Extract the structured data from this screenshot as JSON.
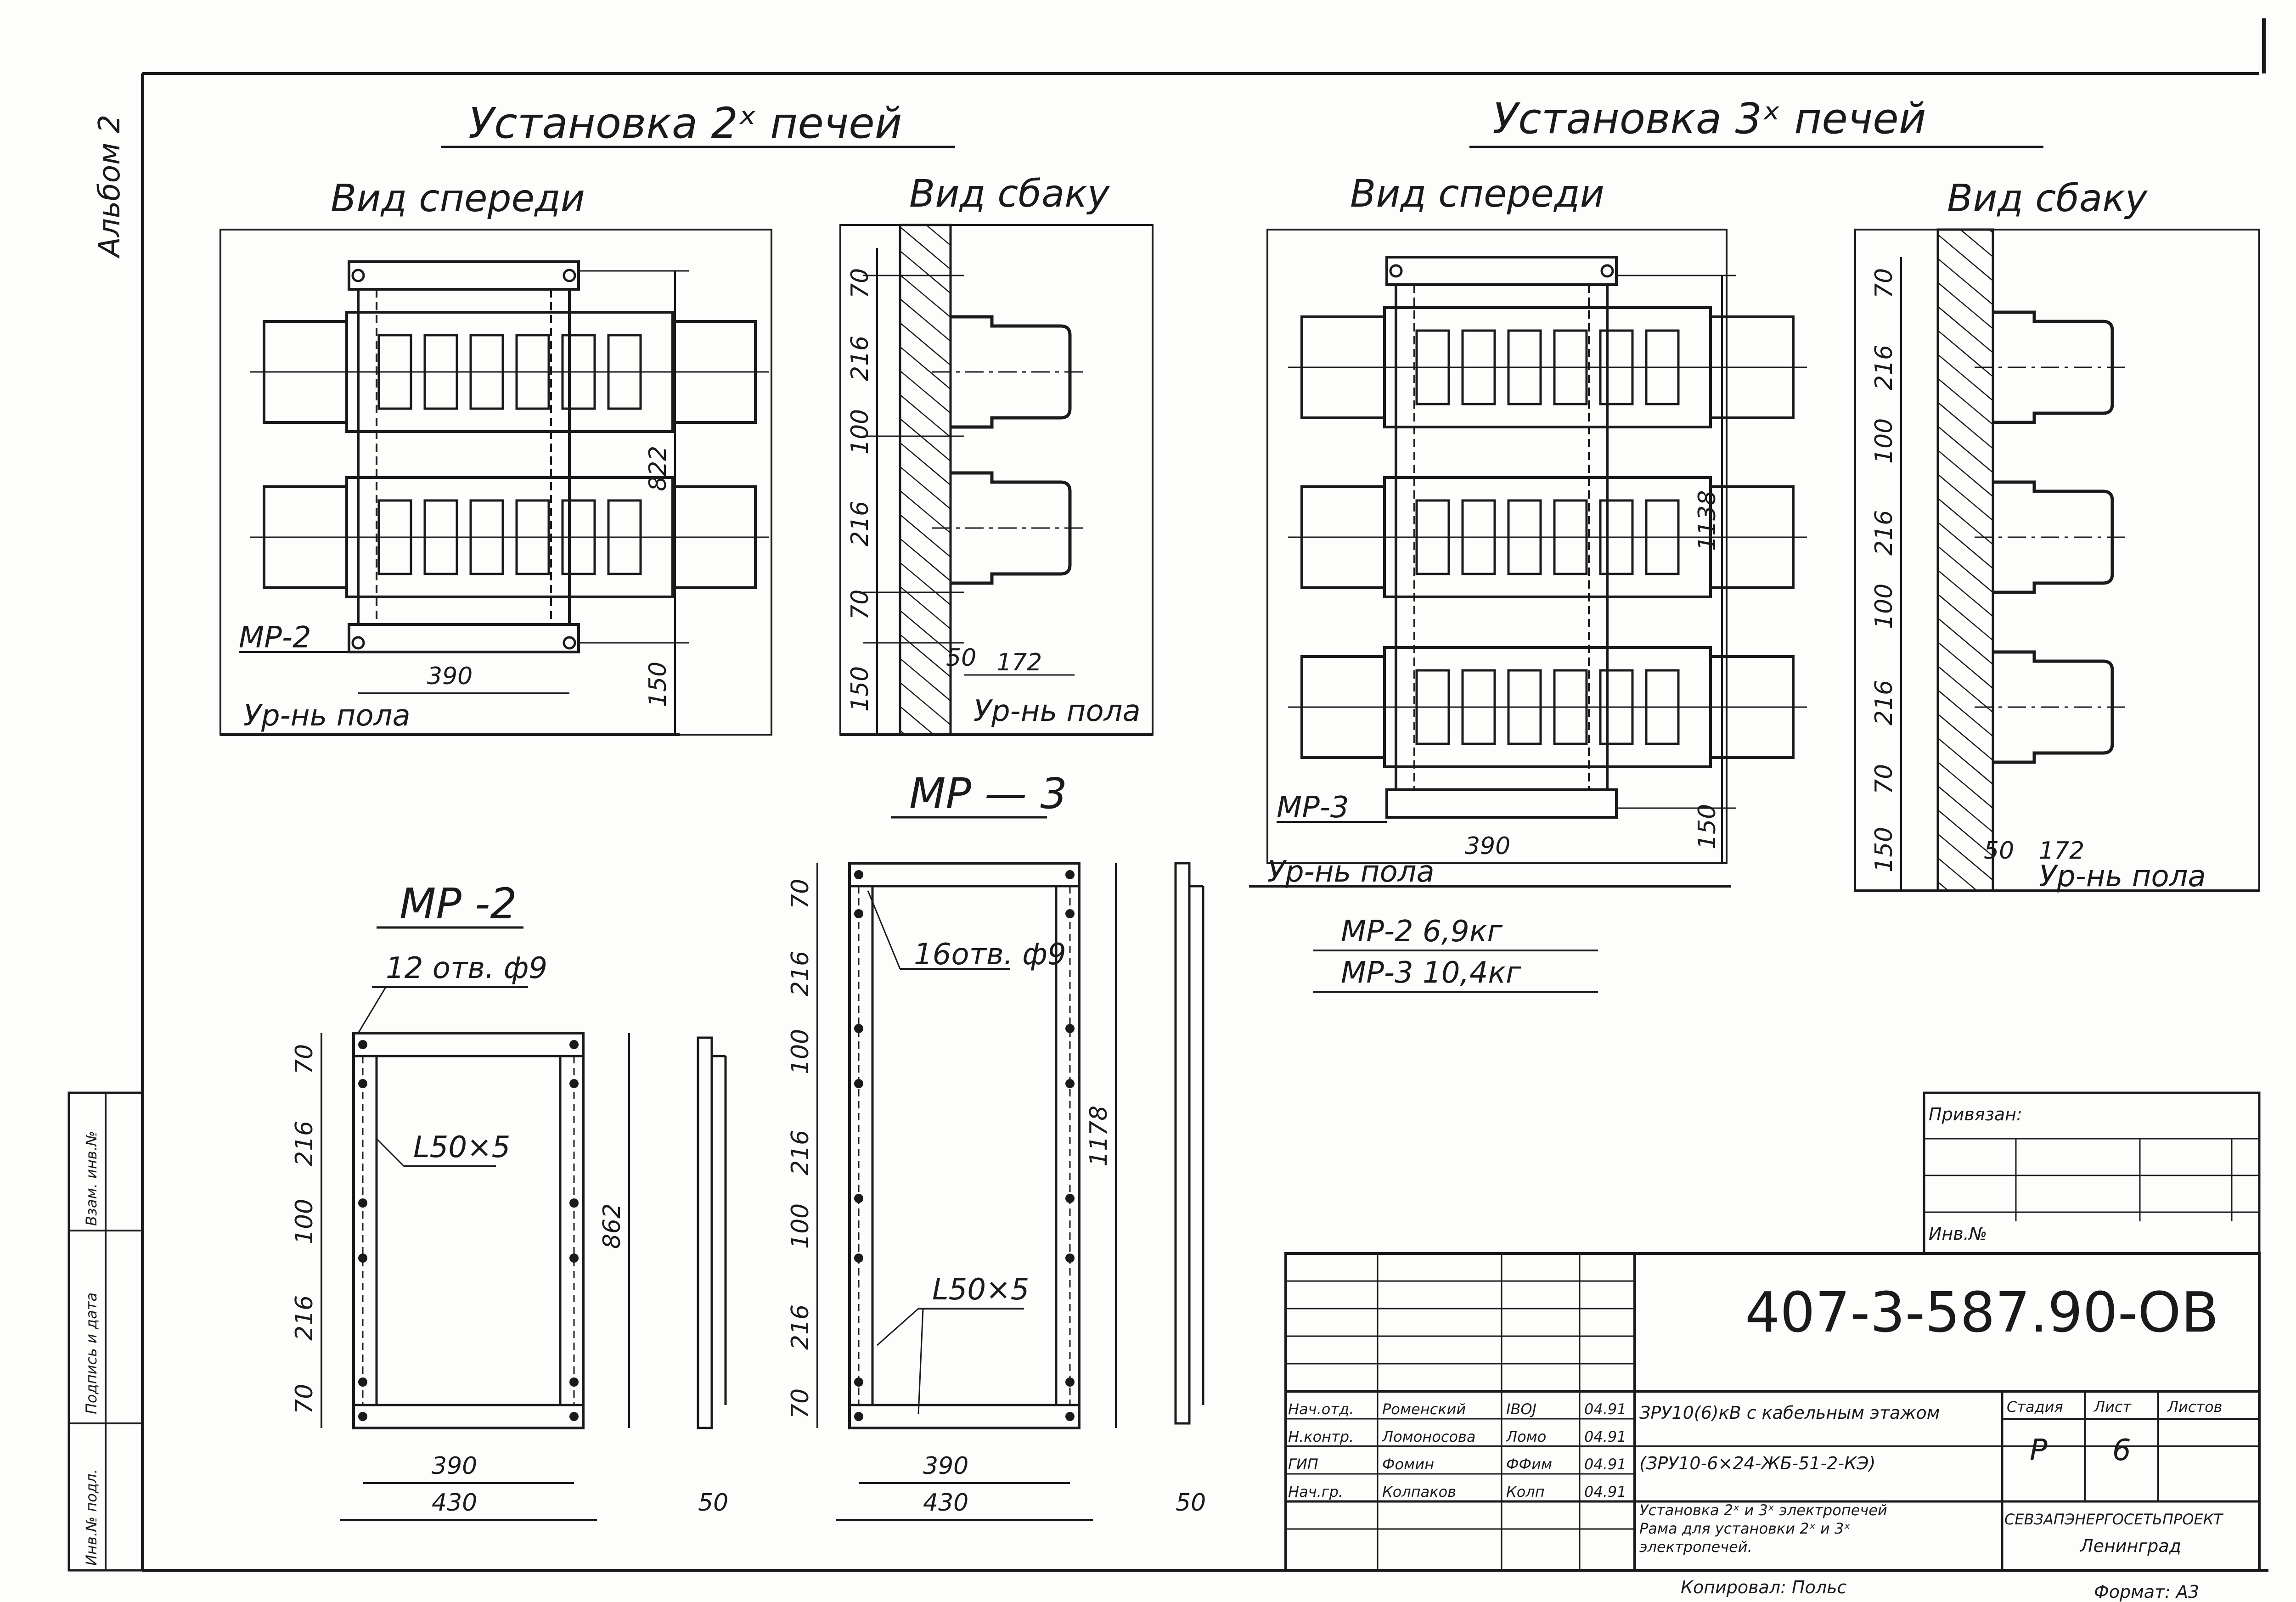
{
  "sections": {
    "two_title": "Установка 2ˣ печей",
    "three_title": "Установка 3ˣ печей",
    "front_view": "Вид спереди",
    "side_view": "Вид сбаку"
  },
  "labels": {
    "floor_level": "Ур-нь пола",
    "mp2": "МР-2",
    "mp3": "МР-3",
    "mp2_title": "МР -2",
    "mp3_title": "МР — 3",
    "holes12": "12 отв. ф9",
    "holes16": "16отв. ф9",
    "angle": "L50×5",
    "weight_mp2": "МР-2  6,9кг",
    "weight_mp3": "МР-3  10,4кг"
  },
  "dims": {
    "d822": "822",
    "d390": "390",
    "d150": "150",
    "d70": "70",
    "d216": "216",
    "d100": "100",
    "d50": "50",
    "d172": "172",
    "d1138": "1138",
    "d862": "862",
    "d1178": "1178",
    "d430": "430"
  },
  "margin": {
    "album": "Альбом 2",
    "inv_orig": "Инв.№ подл.",
    "sign_date": "Подпись и дата",
    "vzam": "Взам. инв.№"
  },
  "title_block": {
    "privyazan": "Привязан:",
    "inv_no": "Инв.№",
    "doc_code": "407-3-587.90-ОВ",
    "rows": [
      {
        "role": "Нач.отд.",
        "name": "Роменский",
        "sign": "ІВОJ",
        "date": "04.91"
      },
      {
        "role": "Н.контр.",
        "name": "Ломоносова",
        "sign": "Ломо",
        "date": "04.91"
      },
      {
        "role": "ГИП",
        "name": "Фомин",
        "sign": "ФФим",
        "date": "04.91"
      },
      {
        "role": "Нач.гр.",
        "name": "Колпаков",
        "sign": "Колп",
        "date": "04.91"
      }
    ],
    "object_line1": "ЗРУ10(6)кВ с кабельным этажом",
    "object_line2": "(ЗРУ10-6×24-ЖБ-51-2-КЭ)",
    "sheet_title1": "Установка 2ˣ и 3ˣ электропечей",
    "sheet_title2": "Рама для установки 2ˣ и 3ˣ",
    "sheet_title3": "электропечей.",
    "stage_h": "Стадия",
    "sheet_h": "Лист",
    "sheets_h": "Листов",
    "stage": "Р",
    "sheet": "6",
    "org1": "СЕВЗАПЭНЕРГОСЕТЬПРОЕКТ",
    "org2": "Ленинград"
  },
  "footer": {
    "copied": "Копировал: Польс",
    "format": "Формат: А3"
  }
}
